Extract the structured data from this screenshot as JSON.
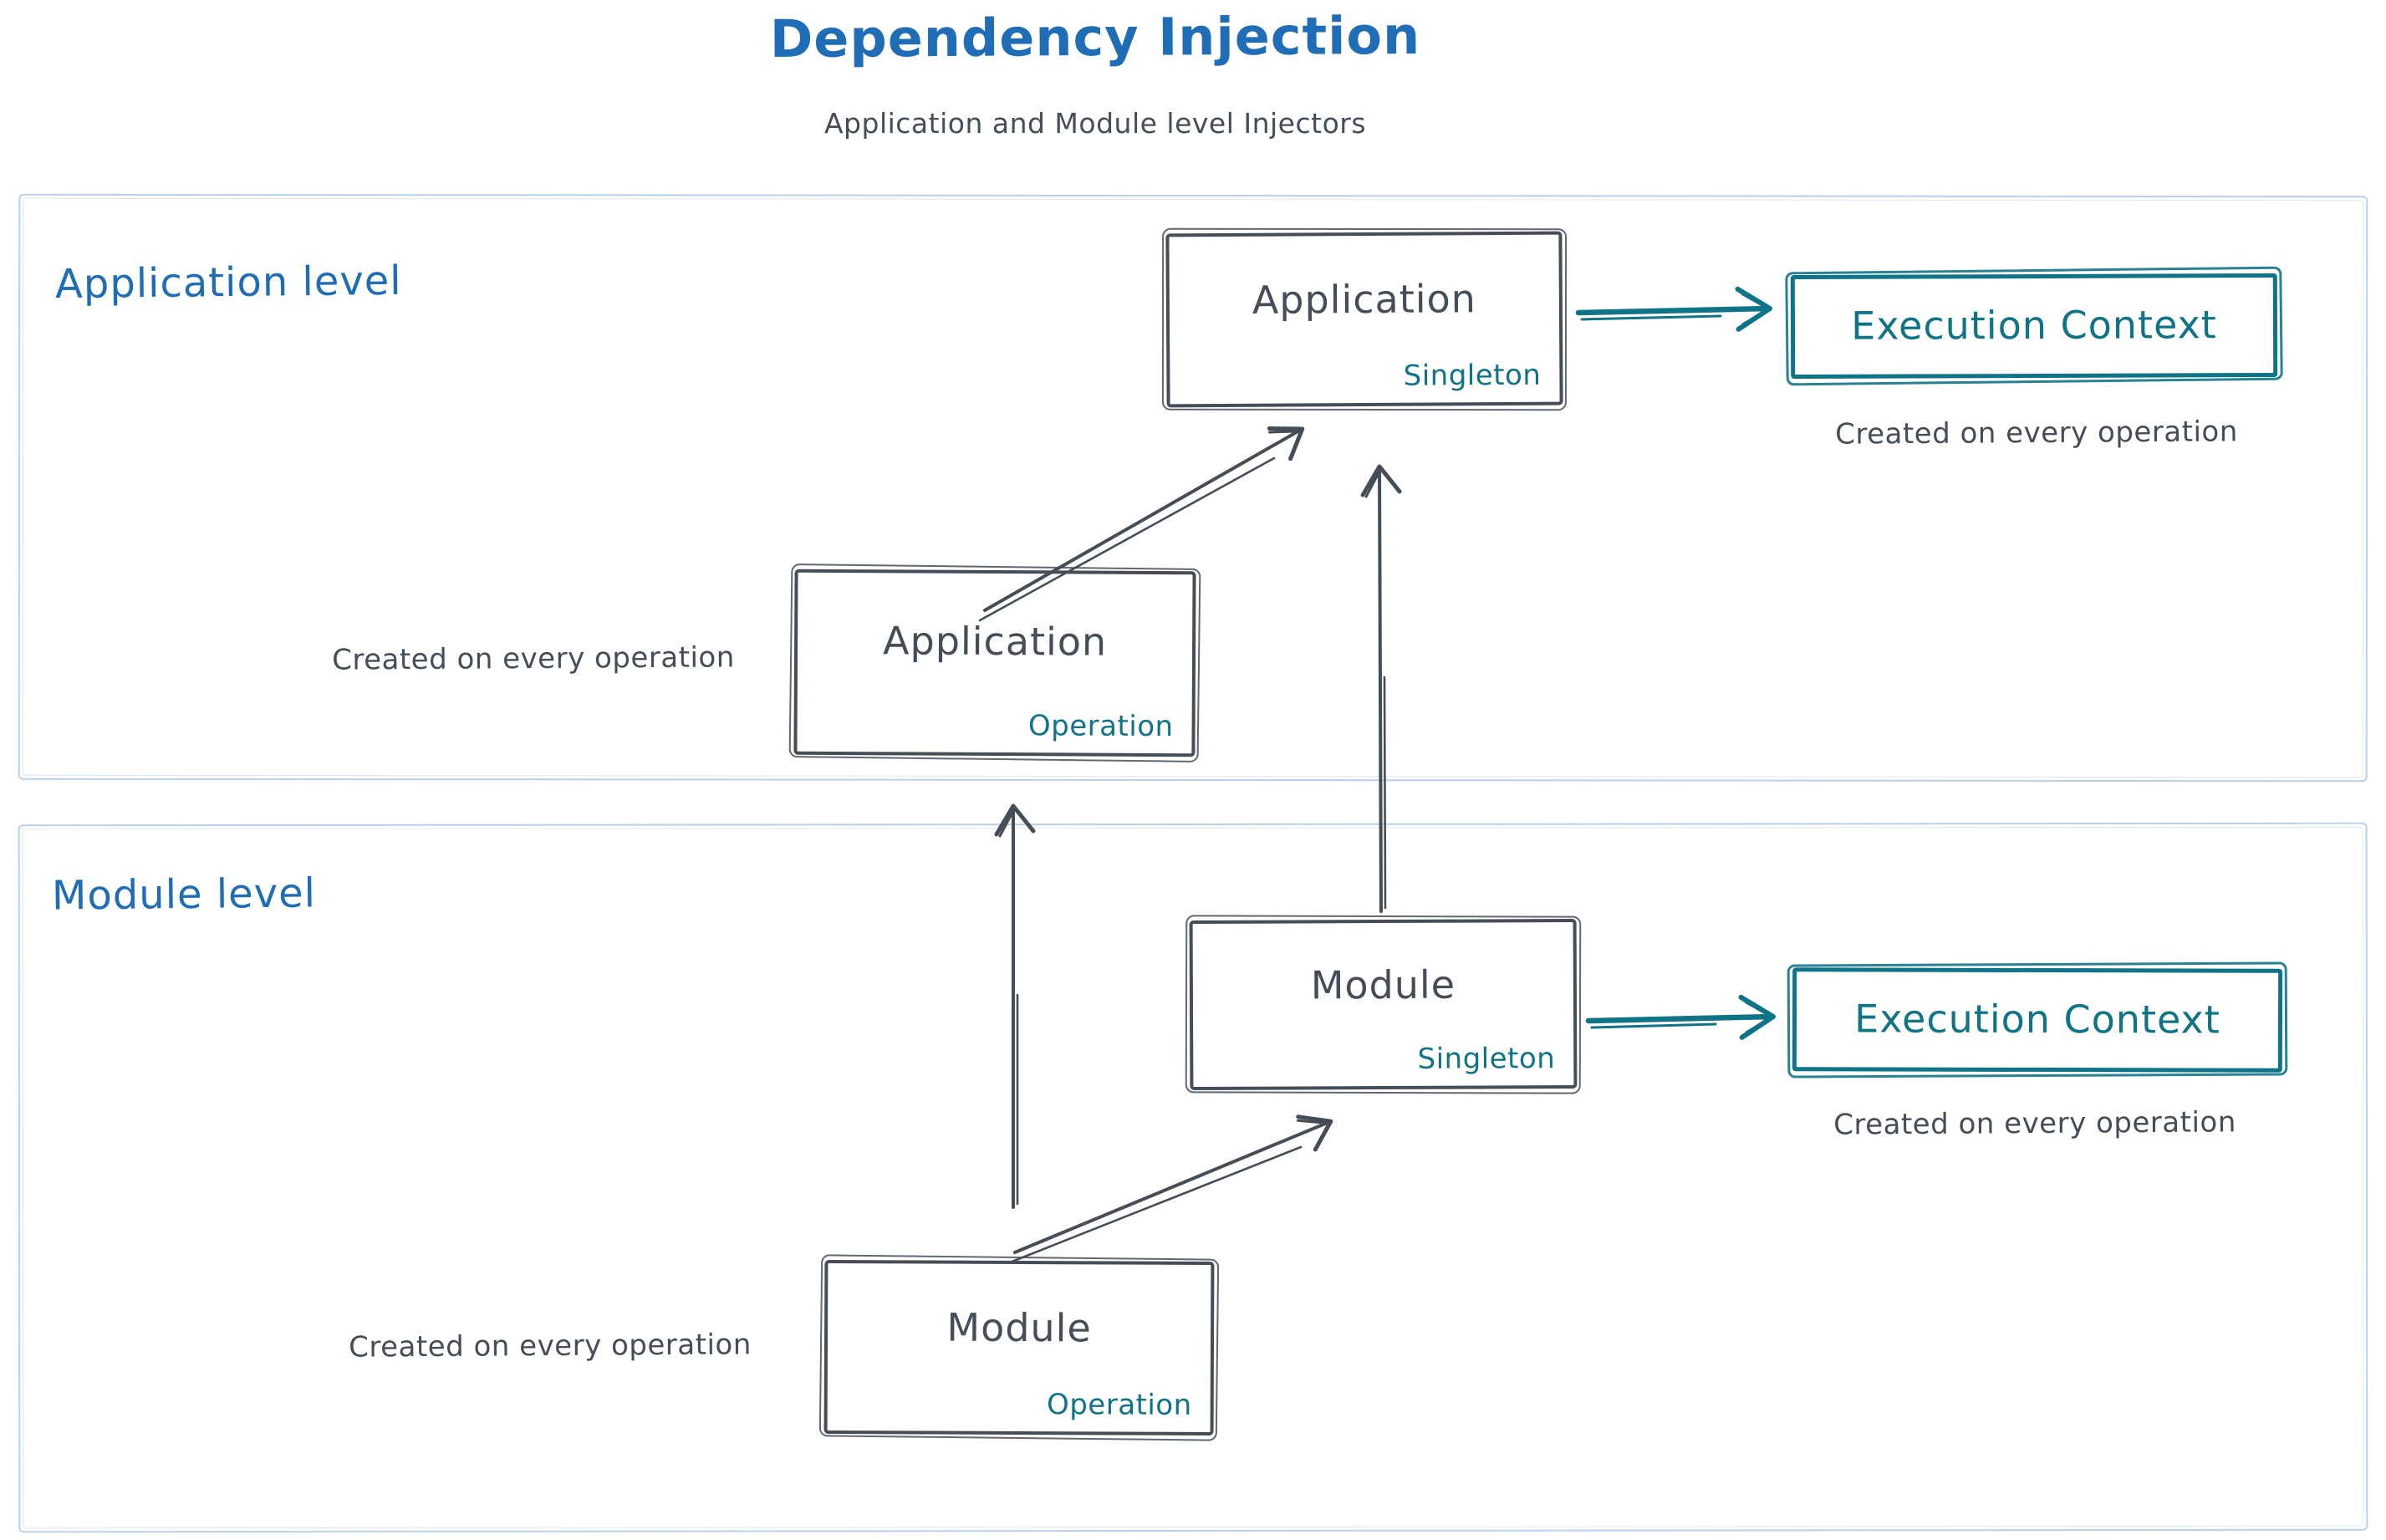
{
  "title": "Dependency Injection",
  "subtitle": "Application and Module level Injectors",
  "colors": {
    "accent_blue": "#1e6db6",
    "ink": "#454d57",
    "teal": "#0f7487",
    "container_border": "#b9d0e8",
    "background": "#ffffff"
  },
  "application_level": {
    "label": "Application level",
    "singleton_box": {
      "title": "Application",
      "tag": "Singleton"
    },
    "operation_box": {
      "title": "Application",
      "tag": "Operation"
    },
    "execution_context": {
      "label": "Execution Context"
    },
    "execution_caption": "Created on every operation",
    "operation_caption": "Created on every operation"
  },
  "module_level": {
    "label": "Module level",
    "singleton_box": {
      "title": "Module",
      "tag": "Singleton"
    },
    "operation_box": {
      "title": "Module",
      "tag": "Operation"
    },
    "execution_context": {
      "label": "Execution Context"
    },
    "execution_caption": "Created on every operation",
    "operation_caption": "Created on every operation"
  }
}
